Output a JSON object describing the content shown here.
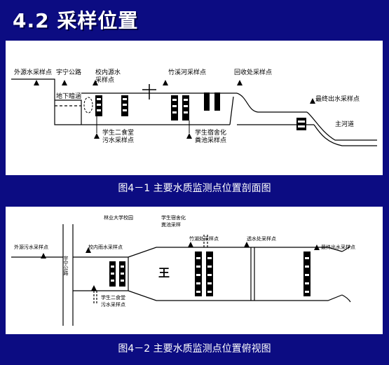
{
  "header": {
    "title": "4.2 采样位置"
  },
  "figure1": {
    "caption": "图4－1  主要水质监测点位置剖面图",
    "labels": {
      "outside_water": "外源水采样点",
      "yuning_road": "宇宁公路",
      "campus_water": "校内源水\n采样点",
      "bamboo_pond": "竹溪河采样点",
      "treatment": "回收处采样点",
      "final_water": "最终出水采样点",
      "river": "主河道",
      "underground": "地下暗涵",
      "dorm_canteen": "学生二食堂\n污水采样点",
      "dorm_septic": "学生宿舍化\n粪池采样点"
    }
  },
  "figure2": {
    "caption": "图4－2  主要水质监测点位置俯视图",
    "labels": {
      "forestry_univ": "林业大学校园",
      "dorm_septic": "学生宿舍化\n粪池采样",
      "outside_water": "外源污水采样点",
      "yuning_road": "宇宁公路",
      "campus_water": "校内雨水采样点",
      "bamboo_pond": "竹湖处采样点",
      "treatment": "透水处采样点",
      "final_water": "最终出水采样点",
      "canteen": "学生二食堂\n污水采样点",
      "king": "王"
    }
  }
}
